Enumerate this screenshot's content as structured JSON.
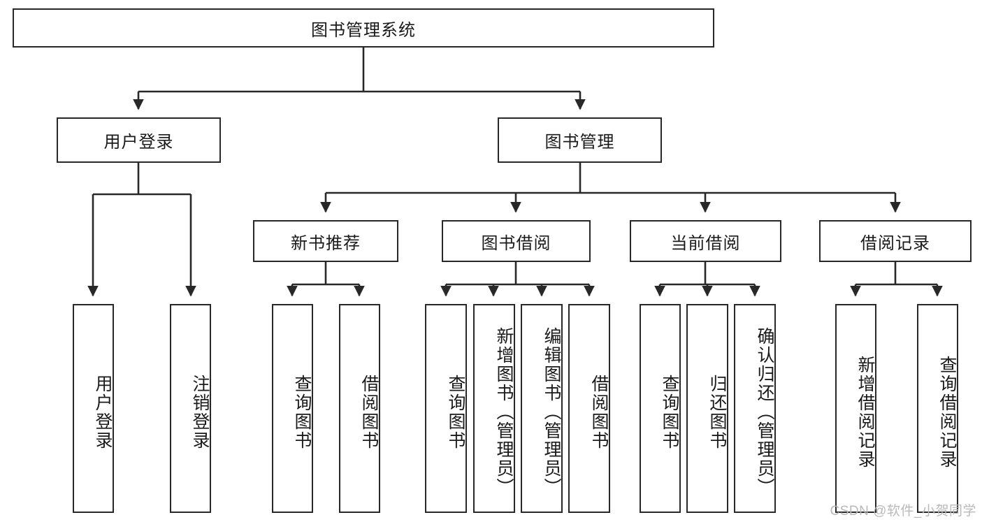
{
  "diagram": {
    "title": "图书管理系统",
    "root": {
      "id": "root",
      "label": "图书管理系统"
    },
    "level2": [
      {
        "id": "user-login",
        "label": "用户登录"
      },
      {
        "id": "book-management",
        "label": "图书管理"
      }
    ],
    "level3": [
      {
        "id": "new-book-recommend",
        "label": "新书推荐"
      },
      {
        "id": "book-borrow",
        "label": "图书借阅"
      },
      {
        "id": "current-borrow",
        "label": "当前借阅"
      },
      {
        "id": "borrow-record",
        "label": "借阅记录"
      }
    ],
    "leaves": {
      "user_login": [
        {
          "id": "leaf-user-login",
          "label": "用户登录"
        },
        {
          "id": "leaf-logout-login",
          "label": "注销登录"
        }
      ],
      "new_book_recommend": [
        {
          "id": "leaf-query-book-1",
          "label": "查询图书"
        },
        {
          "id": "leaf-borrow-book-1",
          "label": "借阅图书"
        }
      ],
      "book_borrow": [
        {
          "id": "leaf-query-book-2",
          "label": "查询图书"
        },
        {
          "id": "leaf-add-book",
          "label": "新增图书（管理员）"
        },
        {
          "id": "leaf-edit-book",
          "label": "编辑图书（管理员）"
        },
        {
          "id": "leaf-borrow-book-2",
          "label": "借阅图书"
        }
      ],
      "current_borrow": [
        {
          "id": "leaf-query-book-3",
          "label": "查询图书"
        },
        {
          "id": "leaf-return-book",
          "label": "归还图书"
        },
        {
          "id": "leaf-confirm-return",
          "label": "确认归还（管理员）"
        }
      ],
      "borrow_record": [
        {
          "id": "leaf-add-borrow-record",
          "label": "新增借阅记录"
        },
        {
          "id": "leaf-query-borrow-record",
          "label": "查询借阅记录"
        }
      ]
    },
    "colors": {
      "stroke": "#282828",
      "box_fill": "#ffffff",
      "text": "#1a1a1a",
      "watermark": "#b9b9b9"
    }
  },
  "watermark": {
    "text": "CSDN @软件_小贺同学"
  }
}
